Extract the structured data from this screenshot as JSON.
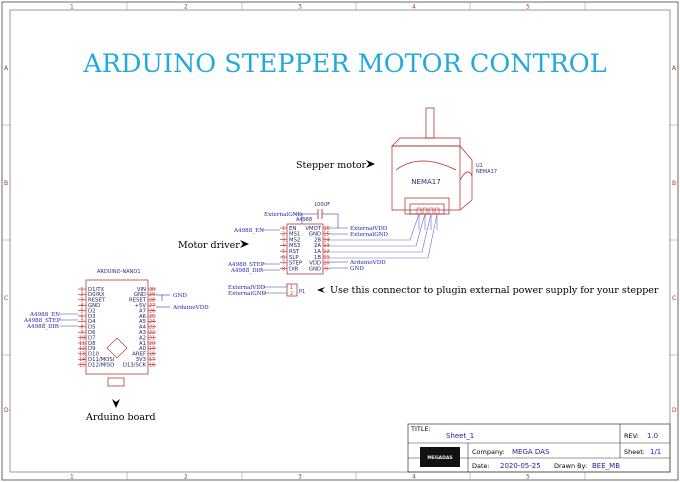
{
  "title": "ARDUINO STEPPER MOTOR CONTROL",
  "grid": {
    "cols": [
      "1",
      "2",
      "3",
      "4",
      "5"
    ],
    "rows": [
      "A",
      "B",
      "C",
      "D"
    ]
  },
  "annotations": {
    "stepper": "Stepper motor",
    "driver": "Motor driver",
    "connector": "Use this connector to plugin external power supply for your stepper",
    "arduino": "Arduino board"
  },
  "motor": {
    "ref": "U1",
    "part": "NEMA17",
    "body": "NEMA17"
  },
  "driver": {
    "name": "A4988",
    "cap": "100UF",
    "left_pins": [
      {
        "num": "1",
        "name": "EN"
      },
      {
        "num": "2",
        "name": "MS1"
      },
      {
        "num": "3",
        "name": "MS2"
      },
      {
        "num": "4",
        "name": "MS3"
      },
      {
        "num": "5",
        "name": "RST"
      },
      {
        "num": "6",
        "name": "SLP"
      },
      {
        "num": "7",
        "name": "STEP"
      },
      {
        "num": "8",
        "name": "DIR"
      }
    ],
    "right_pins": [
      {
        "num": "16",
        "name": "VMOT"
      },
      {
        "num": "15",
        "name": "GND"
      },
      {
        "num": "14",
        "name": "2B"
      },
      {
        "num": "13",
        "name": "2A"
      },
      {
        "num": "12",
        "name": "1A"
      },
      {
        "num": "11",
        "name": "1B"
      },
      {
        "num": "10",
        "name": "VDD"
      },
      {
        "num": "9",
        "name": "GND"
      }
    ]
  },
  "nets": {
    "ext_gnd": "ExternalGND",
    "ext_vdd": "ExternalVDD",
    "a4988_en": "A4988_EN",
    "a4988_step": "A4988_STEP",
    "a4988_dir": "A4988_DIR",
    "arduino_vdd": "ArduinoVDD",
    "gnd": "GND"
  },
  "connector": {
    "ref": "P1",
    "pins": [
      "1",
      "2"
    ]
  },
  "nano": {
    "name": "ARDUINO-NANO1",
    "left_pins": [
      {
        "num": "1",
        "name": "D1/TX"
      },
      {
        "num": "2",
        "name": "D0/RX"
      },
      {
        "num": "3",
        "name": "RESET"
      },
      {
        "num": "4",
        "name": "GND"
      },
      {
        "num": "5",
        "name": "D2"
      },
      {
        "num": "6",
        "name": "D3"
      },
      {
        "num": "7",
        "name": "D4"
      },
      {
        "num": "8",
        "name": "D5"
      },
      {
        "num": "9",
        "name": "D6"
      },
      {
        "num": "10",
        "name": "D7"
      },
      {
        "num": "11",
        "name": "D8"
      },
      {
        "num": "12",
        "name": "D9"
      },
      {
        "num": "13",
        "name": "D10"
      },
      {
        "num": "14",
        "name": "D11/MOSI"
      },
      {
        "num": "15",
        "name": "D12/MISO"
      }
    ],
    "right_pins": [
      {
        "num": "30",
        "name": "VIN"
      },
      {
        "num": "29",
        "name": "GND"
      },
      {
        "num": "28",
        "name": "RESET"
      },
      {
        "num": "27",
        "name": "+5V"
      },
      {
        "num": "26",
        "name": "A7"
      },
      {
        "num": "25",
        "name": "A6"
      },
      {
        "num": "24",
        "name": "A5"
      },
      {
        "num": "23",
        "name": "A4"
      },
      {
        "num": "22",
        "name": "A3"
      },
      {
        "num": "21",
        "name": "A2"
      },
      {
        "num": "20",
        "name": "A1"
      },
      {
        "num": "19",
        "name": "A0"
      },
      {
        "num": "18",
        "name": "AREF"
      },
      {
        "num": "17",
        "name": "3V3"
      },
      {
        "num": "16",
        "name": "D13/SCK"
      }
    ]
  },
  "title_block": {
    "title_label": "TITLE:",
    "title_value": "Sheet_1",
    "rev_label": "REV:",
    "rev_value": "1.0",
    "company_label": "Company:",
    "company_value": "MEGA DAS",
    "sheet_label": "Sheet:",
    "sheet_value": "1/1",
    "date_label": "Date:",
    "date_value": "2020-05-25",
    "drawn_label": "Drawn By:",
    "drawn_value": "BEE_MB",
    "logo_text": "MEGADAS"
  },
  "colors": {
    "title": "#22aadd",
    "wire": "#3a3aa8",
    "symbol": "#aa2222",
    "frame": "#333333"
  }
}
